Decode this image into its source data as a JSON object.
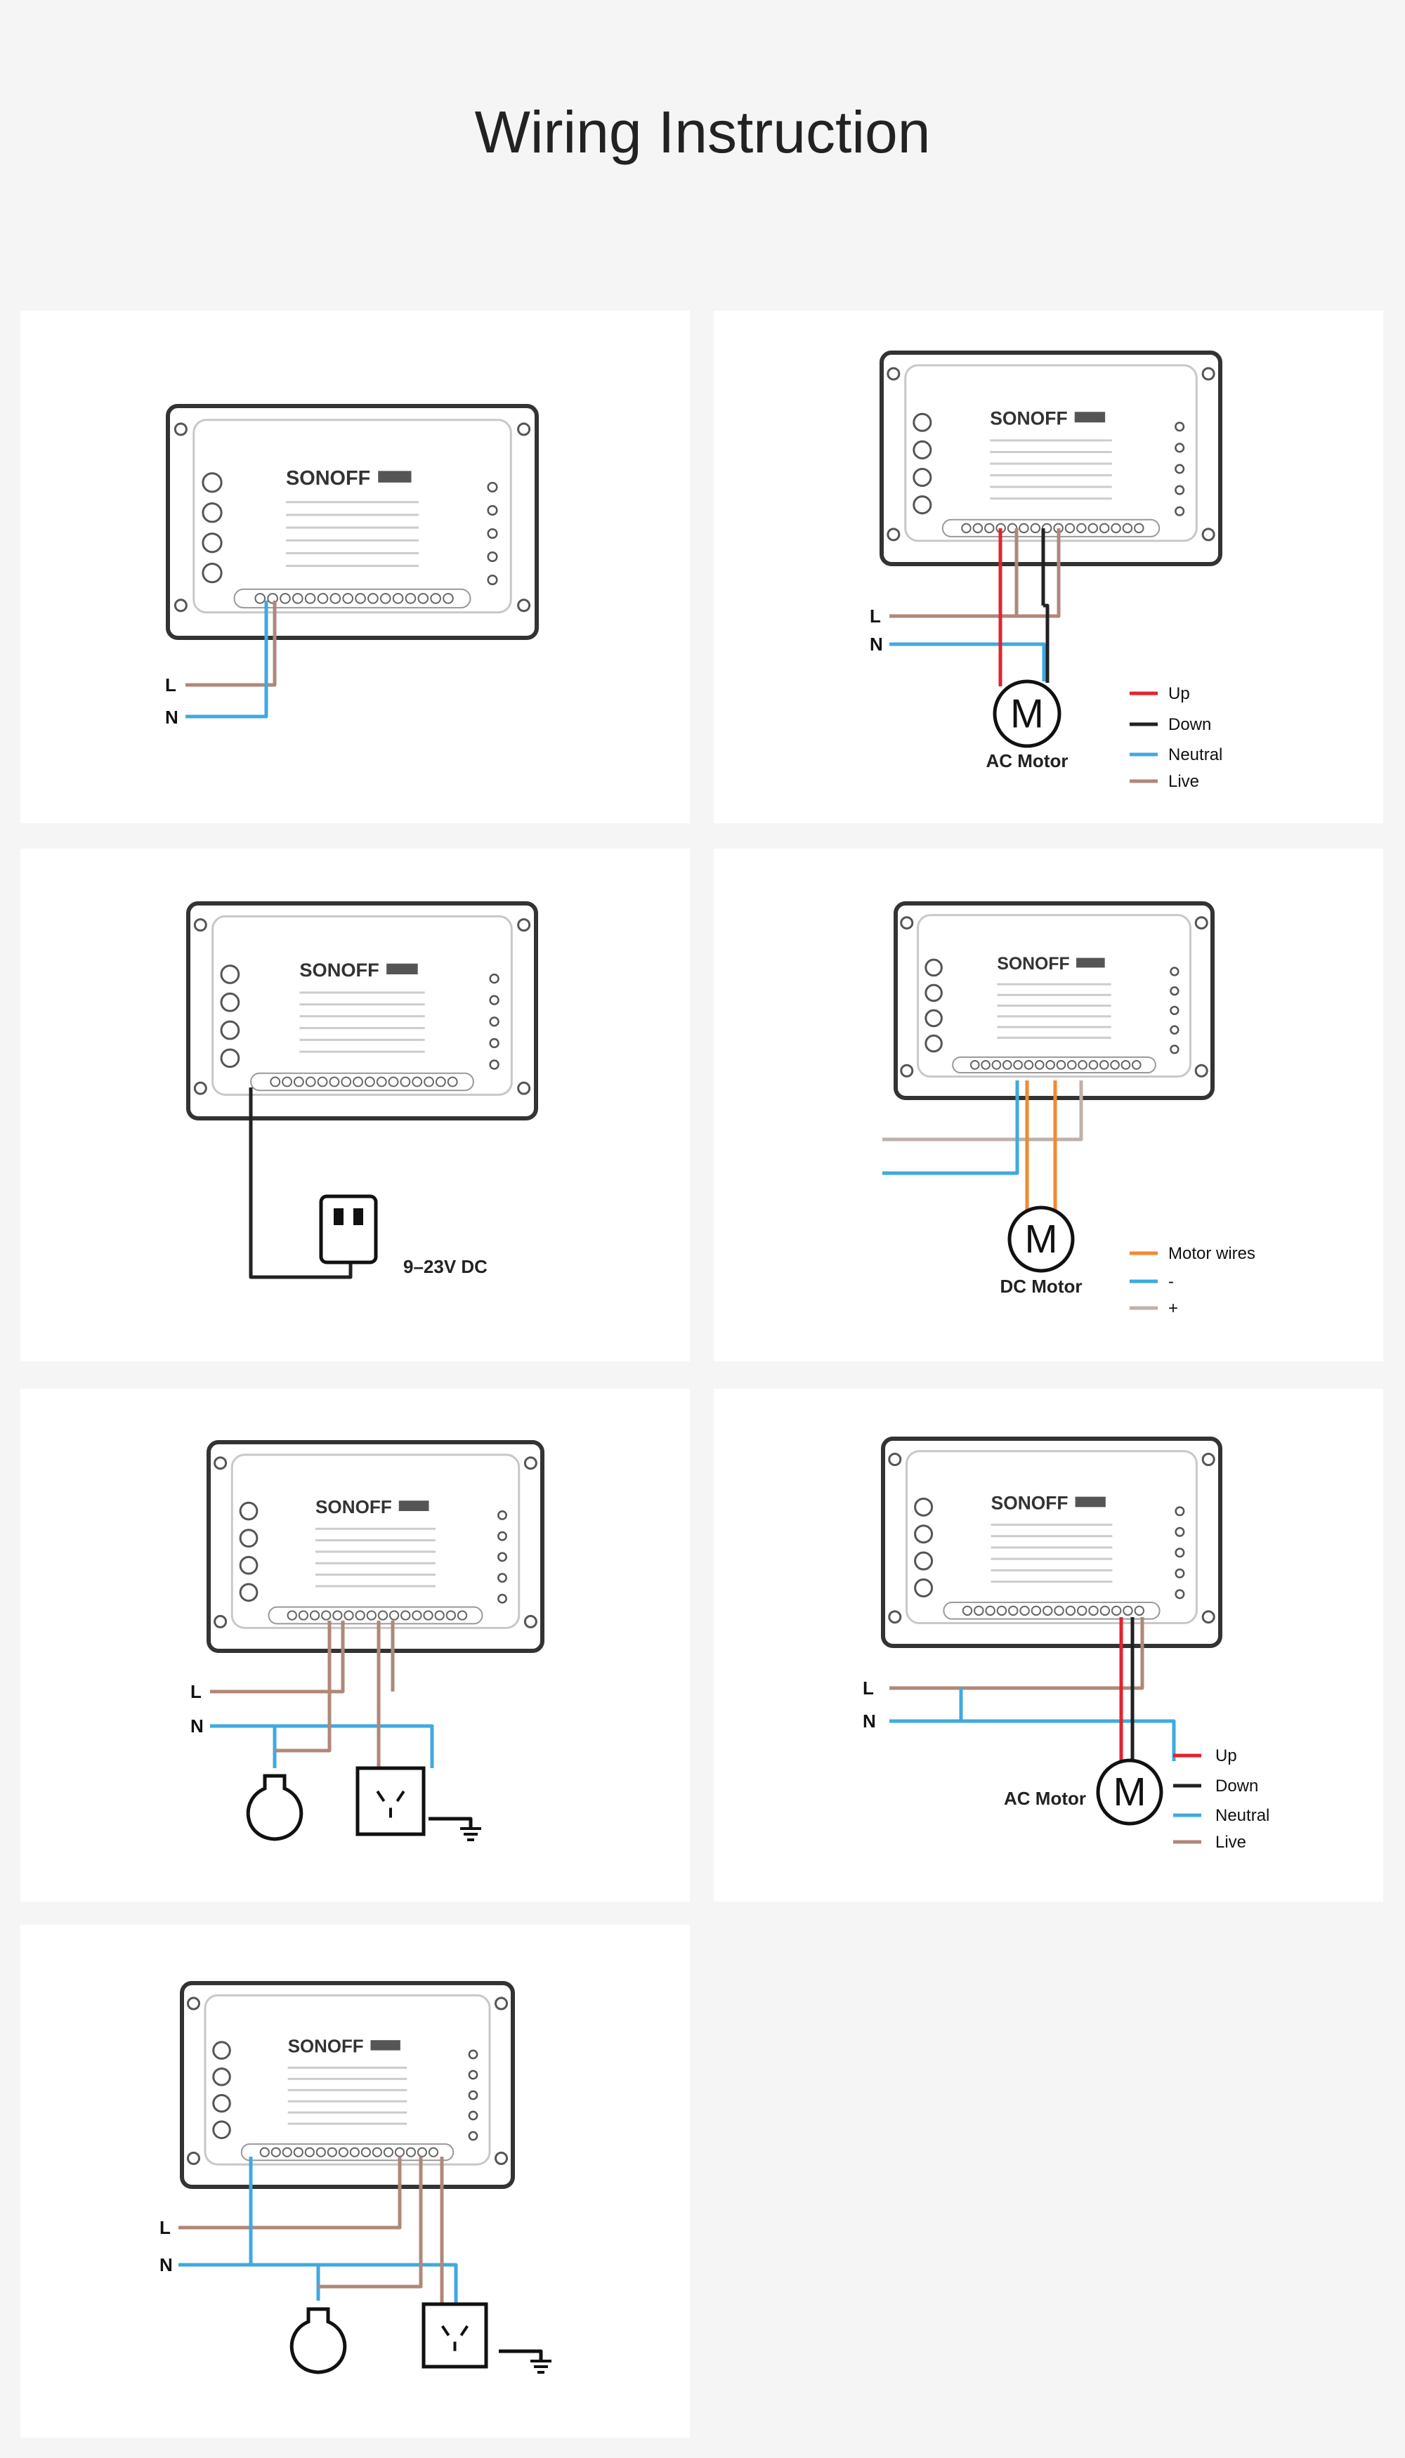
{
  "title": "Wiring Instruction",
  "device": {
    "logo": "SONOFF"
  },
  "colors": {
    "up": "#e2232e",
    "down": "#222222",
    "neutral": "#3fa9e0",
    "live": "#b08878",
    "motor": "#f08a32",
    "plus": "#bfb1aa"
  },
  "panels": [
    {
      "id": "p1",
      "labels": {
        "L": "L",
        "N": "N"
      }
    },
    {
      "id": "p2",
      "labels": {
        "L": "L",
        "N": "N"
      },
      "motor": "AC Motor",
      "legend": [
        "Up",
        "Down",
        "Neutral",
        "Live"
      ]
    },
    {
      "id": "p3",
      "supply": "9–23V DC"
    },
    {
      "id": "p4",
      "motor": "DC Motor",
      "legend": [
        "Motor wires",
        "-",
        "+"
      ]
    },
    {
      "id": "p5",
      "labels": {
        "L": "L",
        "N": "N"
      }
    },
    {
      "id": "p6",
      "labels": {
        "L": "L",
        "N": "N"
      },
      "motor": "AC Motor",
      "legend": [
        "Up",
        "Down",
        "Neutral",
        "Live"
      ]
    },
    {
      "id": "p7",
      "labels": {
        "L": "L",
        "N": "N"
      }
    }
  ]
}
